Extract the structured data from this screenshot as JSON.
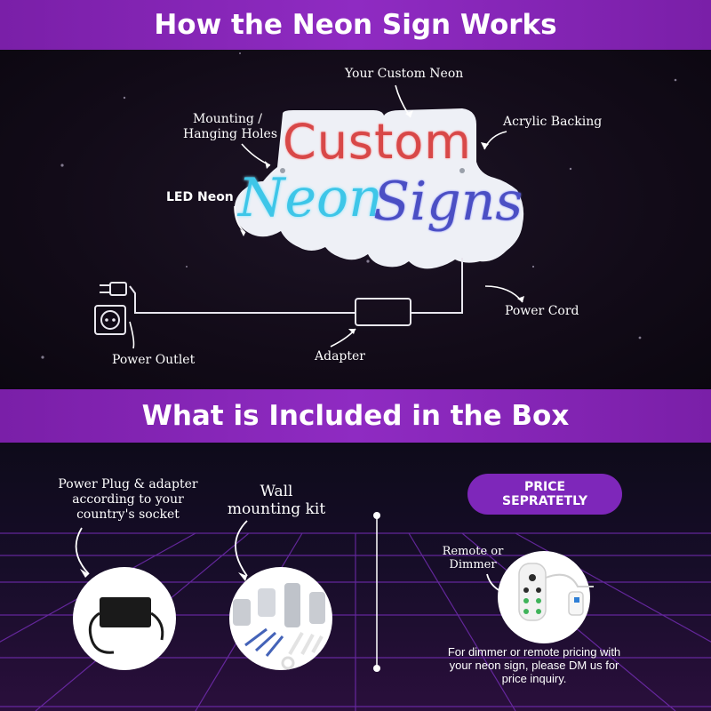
{
  "top_banner": {
    "title": "How the Neon Sign Works"
  },
  "diagram": {
    "neon_text": {
      "line1": "Custom",
      "line2a": "Neon",
      "line2b": "Signs"
    },
    "labels": {
      "your_custom_neon": "Your Custom Neon",
      "mounting_line1": "Mounting /",
      "mounting_line2": "Hanging Holes",
      "acrylic_backing": "Acrylic Backing",
      "led_neon": "LED Neon",
      "power_cord": "Power Cord",
      "power_outlet": "Power Outlet",
      "adapter": "Adapter"
    },
    "colors": {
      "custom": "#d84848",
      "neon": "#3ec6e8",
      "signs": "#4b4fc4",
      "banner": "#8f2bc2"
    }
  },
  "mid_banner": {
    "title": "What is Included in the Box"
  },
  "box": {
    "plug_line1": "Power Plug & adapter",
    "plug_line2": "according to your",
    "plug_line3": "country's socket",
    "wall_line1": "Wall",
    "wall_line2": "mounting kit",
    "price_line1": "PRICE",
    "price_line2": "SEPRATETLY",
    "remote_line1": "Remote or",
    "remote_line2": "Dimmer",
    "footnote_line1": "For dimmer or remote pricing with",
    "footnote_line2": "your neon sign, please DM us for",
    "footnote_line3": "price inquiry."
  }
}
